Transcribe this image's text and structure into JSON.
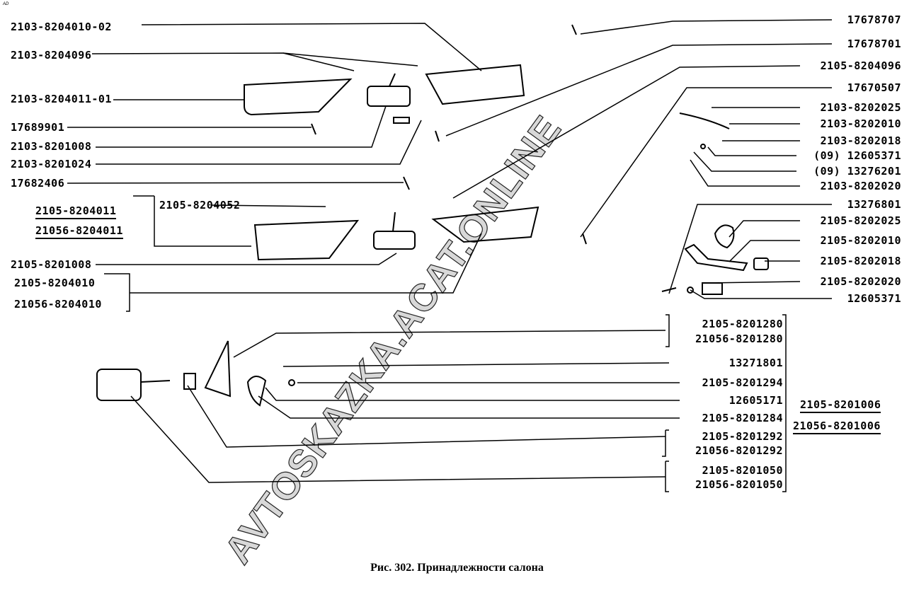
{
  "corner_mark": "AD",
  "caption": "Рис. 302. Принадлежности салона",
  "watermark": "AVTOSKAZKA.ACAT.ONLINE",
  "left_labels": [
    "2103-8204010-02",
    "2103-8204096",
    "2103-8204011-01",
    "17689901",
    "2103-8201008",
    "2103-8201024",
    "17682406",
    "2105-8204011",
    "21056-8204011",
    "2105-8204052",
    "2105-8201008",
    "2105-8204010",
    "21056-8204010"
  ],
  "right_labels": [
    "17678707",
    "17678701",
    "2105-8204096",
    "17670507",
    "2103-8202025",
    "2103-8202010",
    "2103-8202018",
    "(09) 12605371",
    "(09) 13276201",
    "2103-8202020",
    "13276801",
    "2105-8202025",
    "2105-8202010",
    "2105-8202018",
    "2105-8202020",
    "12605371"
  ],
  "mirror_labels": [
    "2105-8201280",
    "21056-8201280",
    "13271801",
    "2105-8201294",
    "12605171",
    "2105-8201284",
    "2105-8201292",
    "21056-8201292",
    "2105-8201050",
    "21056-8201050"
  ],
  "assembly_labels": [
    "2105-8201006",
    "21056-8201006"
  ]
}
